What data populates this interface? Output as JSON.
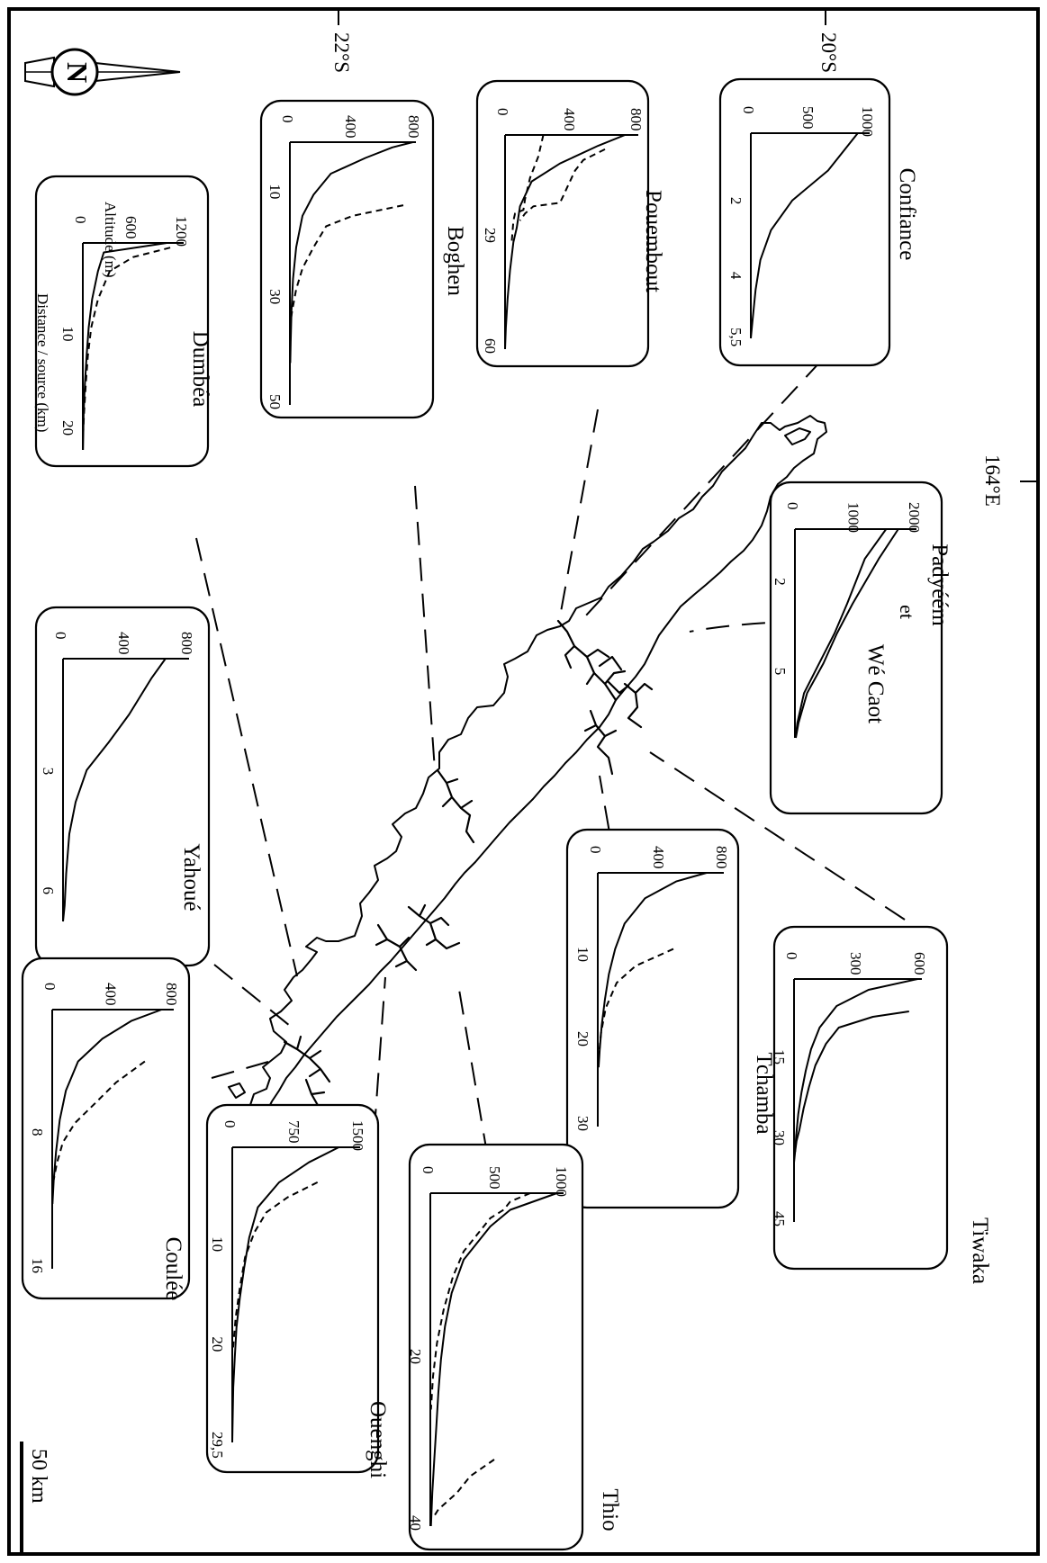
{
  "map": {
    "scale_label": "50 km",
    "graticule": {
      "lat_a": "22°S",
      "lat_b": "20°S",
      "lon": "164°E"
    },
    "compass_letter": "N"
  },
  "panels": [
    {
      "id": "dumbea",
      "name": "Dumbéa",
      "ylabel": "Altitude (m)",
      "xlabel": "Distance / source (km)",
      "y_ticks": [
        "0",
        "600",
        "1200"
      ],
      "x_ticks": [
        "10",
        "20"
      ],
      "series": [
        {
          "style": "solid",
          "points": [
            [
              0,
              1000
            ],
            [
              1,
              250
            ],
            [
              3,
              180
            ],
            [
              6,
              110
            ],
            [
              9,
              70
            ],
            [
              12,
              45
            ],
            [
              15,
              25
            ],
            [
              18,
              10
            ],
            [
              22,
              2
            ]
          ]
        },
        {
          "style": "dash",
          "points": [
            [
              0.5,
              1040
            ],
            [
              1.5,
              600
            ],
            [
              3,
              320
            ],
            [
              6,
              180
            ],
            [
              9,
              100
            ],
            [
              12,
              60
            ],
            [
              15,
              35
            ],
            [
              18,
              15
            ],
            [
              20,
              5
            ]
          ]
        }
      ]
    },
    {
      "id": "boghen",
      "name": "Boghen",
      "y_ticks": [
        "0",
        "400",
        "800"
      ],
      "x_ticks": [
        "10",
        "30",
        "50"
      ],
      "series": [
        {
          "style": "solid",
          "points": [
            [
              0,
              780
            ],
            [
              1,
              650
            ],
            [
              3,
              480
            ],
            [
              6,
              260
            ],
            [
              10,
              150
            ],
            [
              14,
              80
            ],
            [
              20,
              40
            ],
            [
              26,
              20
            ],
            [
              32,
              10
            ],
            [
              38,
              5
            ],
            [
              42,
              2
            ]
          ]
        },
        {
          "style": "dash",
          "points": [
            [
              12,
              720
            ],
            [
              14,
              400
            ],
            [
              16,
              230
            ],
            [
              20,
              150
            ],
            [
              24,
              80
            ],
            [
              28,
              40
            ],
            [
              32,
              15
            ],
            [
              34,
              5
            ]
          ]
        }
      ]
    },
    {
      "id": "pouembout",
      "name": "Pouembout",
      "y_ticks": [
        "0",
        "400",
        "800"
      ],
      "x_ticks": [
        "29",
        "60"
      ],
      "series": [
        {
          "style": "solid",
          "points": [
            [
              0,
              720
            ],
            [
              3,
              560
            ],
            [
              8,
              330
            ],
            [
              13,
              160
            ],
            [
              20,
              90
            ],
            [
              26,
              70
            ],
            [
              30,
              50
            ],
            [
              38,
              30
            ],
            [
              46,
              15
            ],
            [
              54,
              5
            ],
            [
              60,
              0
            ]
          ]
        },
        {
          "style": "dash",
          "points": [
            [
              0,
              230
            ],
            [
              6,
              200
            ],
            [
              12,
              150
            ],
            [
              18,
              120
            ],
            [
              21,
              110
            ],
            [
              22,
              60
            ],
            [
              24,
              50
            ],
            [
              30,
              40
            ]
          ]
        },
        {
          "style": "dash",
          "points": [
            [
              4,
              600
            ],
            [
              7,
              470
            ],
            [
              10,
              420
            ],
            [
              14,
              380
            ],
            [
              17,
              350
            ],
            [
              19,
              330
            ],
            [
              20,
              170
            ],
            [
              22,
              120
            ],
            [
              24,
              90
            ]
          ]
        }
      ]
    },
    {
      "id": "confiance",
      "name": "Confiance",
      "y_ticks": [
        "0",
        "500",
        "1000"
      ],
      "x_ticks": [
        "2",
        "4",
        "5,5"
      ],
      "series": [
        {
          "style": "solid",
          "points": [
            [
              0,
              900
            ],
            [
              1,
              650
            ],
            [
              1.8,
              350
            ],
            [
              2.6,
              170
            ],
            [
              3.4,
              80
            ],
            [
              4.2,
              40
            ],
            [
              5,
              15
            ],
            [
              5.5,
              0
            ]
          ]
        }
      ]
    },
    {
      "id": "padyeem",
      "name": "Padyéém",
      "name_connector": "et",
      "name_second": "Wé Caot",
      "y_ticks": [
        "0",
        "1000",
        "2000"
      ],
      "x_ticks": [
        "2",
        "5"
      ],
      "series": [
        {
          "style": "solid",
          "points": [
            [
              0,
              1500
            ],
            [
              1,
              1150
            ],
            [
              2.5,
              860
            ],
            [
              3.5,
              650
            ],
            [
              4.5,
              400
            ],
            [
              5.5,
              150
            ],
            [
              6.5,
              40
            ],
            [
              7,
              10
            ]
          ]
        },
        {
          "style": "solid",
          "points": [
            [
              0,
              1700
            ],
            [
              1,
              1380
            ],
            [
              2.5,
              950
            ],
            [
              3.5,
              690
            ],
            [
              4.5,
              470
            ],
            [
              5.5,
              200
            ],
            [
              6.5,
              60
            ],
            [
              7,
              15
            ]
          ]
        }
      ]
    },
    {
      "id": "yahoue",
      "name": "Yahoué",
      "y_ticks": [
        "0",
        "400",
        "800"
      ],
      "x_ticks": [
        "3",
        "6"
      ],
      "series": [
        {
          "style": "solid",
          "points": [
            [
              0,
              650
            ],
            [
              0.5,
              560
            ],
            [
              1.4,
              420
            ],
            [
              2.1,
              290
            ],
            [
              2.8,
              150
            ],
            [
              3.6,
              80
            ],
            [
              4.4,
              40
            ],
            [
              5.4,
              20
            ],
            [
              6.2,
              10
            ],
            [
              6.6,
              0
            ]
          ]
        }
      ]
    },
    {
      "id": "tchamba",
      "name": "Tchamba",
      "y_ticks": [
        "0",
        "400",
        "800"
      ],
      "x_ticks": [
        "10",
        "20",
        "30"
      ],
      "series": [
        {
          "style": "solid",
          "points": [
            [
              0,
              690
            ],
            [
              1,
              500
            ],
            [
              3,
              300
            ],
            [
              6,
              170
            ],
            [
              9,
              110
            ],
            [
              12,
              70
            ],
            [
              15,
              45
            ],
            [
              18,
              25
            ],
            [
              21,
              12
            ],
            [
              23,
              5
            ]
          ]
        },
        {
          "style": "dash",
          "points": [
            [
              9,
              480
            ],
            [
              11,
              240
            ],
            [
              13,
              120
            ],
            [
              16,
              50
            ],
            [
              19,
              20
            ],
            [
              21,
              10
            ]
          ]
        }
      ]
    },
    {
      "id": "tiwaka",
      "name": "Tiwaka",
      "y_ticks": [
        "0",
        "300",
        "600"
      ],
      "x_ticks": [
        "15",
        "30",
        "45"
      ],
      "series": [
        {
          "style": "solid",
          "points": [
            [
              0,
              580
            ],
            [
              2,
              350
            ],
            [
              5,
              200
            ],
            [
              9,
              120
            ],
            [
              13,
              80
            ],
            [
              17,
              55
            ],
            [
              21,
              35
            ],
            [
              25,
              20
            ],
            [
              29,
              10
            ],
            [
              32,
              5
            ],
            [
              34,
              0
            ]
          ]
        },
        {
          "style": "solid",
          "points": [
            [
              6,
              540
            ],
            [
              7,
              370
            ],
            [
              9,
              210
            ],
            [
              12,
              150
            ],
            [
              16,
              100
            ],
            [
              20,
              70
            ],
            [
              24,
              45
            ],
            [
              28,
              25
            ],
            [
              30,
              12
            ],
            [
              32,
              5
            ]
          ]
        }
      ]
    },
    {
      "id": "coulee",
      "name": "Coulée",
      "y_ticks": [
        "0",
        "400",
        "800"
      ],
      "x_ticks": [
        "8",
        "16"
      ],
      "series": [
        {
          "style": "solid",
          "points": [
            [
              0,
              720
            ],
            [
              0.7,
              520
            ],
            [
              1.8,
              330
            ],
            [
              3.2,
              170
            ],
            [
              5,
              90
            ],
            [
              6.8,
              50
            ],
            [
              8.8,
              25
            ],
            [
              10.5,
              10
            ],
            [
              12,
              2
            ]
          ]
        },
        {
          "style": "dash",
          "points": [
            [
              3.2,
              610
            ],
            [
              4.5,
              420
            ],
            [
              5.8,
              280
            ],
            [
              7,
              150
            ],
            [
              8.2,
              70
            ],
            [
              9.5,
              30
            ],
            [
              10.5,
              10
            ]
          ]
        }
      ]
    },
    {
      "id": "ouenghi",
      "name": "Ouenghi",
      "y_ticks": [
        "0",
        "750",
        "1500"
      ],
      "x_ticks": [
        "10",
        "20",
        "29,5"
      ],
      "series": [
        {
          "style": "solid",
          "points": [
            [
              0,
              1250
            ],
            [
              1.5,
              900
            ],
            [
              3.5,
              550
            ],
            [
              6,
              300
            ],
            [
              9,
              200
            ],
            [
              12,
              140
            ],
            [
              15,
              90
            ],
            [
              18,
              50
            ],
            [
              21,
              30
            ],
            [
              24,
              12
            ],
            [
              27,
              5
            ],
            [
              29.5,
              0
            ]
          ]
        },
        {
          "style": "dash",
          "points": [
            [
              3.5,
              1000
            ],
            [
              5,
              650
            ],
            [
              6.5,
              400
            ],
            [
              8.5,
              260
            ],
            [
              11,
              150
            ],
            [
              14,
              90
            ],
            [
              17,
              40
            ],
            [
              20,
              10
            ]
          ]
        }
      ]
    },
    {
      "id": "thio",
      "name": "Thio",
      "y_ticks": [
        "0",
        "500",
        "1000"
      ],
      "x_ticks": [
        "20",
        "40"
      ],
      "series": [
        {
          "style": "solid",
          "points": [
            [
              0,
              950
            ],
            [
              2,
              600
            ],
            [
              4,
              450
            ],
            [
              8,
              250
            ],
            [
              12,
              160
            ],
            [
              16,
              110
            ],
            [
              20,
              80
            ],
            [
              24,
              60
            ],
            [
              28,
              45
            ],
            [
              32,
              30
            ],
            [
              36,
              15
            ],
            [
              40,
              5
            ]
          ]
        },
        {
          "style": "dash",
          "points": [
            [
              0,
              750
            ],
            [
              1,
              600
            ],
            [
              2,
              550
            ],
            [
              3,
              450
            ],
            [
              5,
              350
            ],
            [
              7,
              250
            ],
            [
              10,
              170
            ],
            [
              14,
              100
            ],
            [
              18,
              50
            ],
            [
              22,
              20
            ],
            [
              26,
              5
            ]
          ]
        },
        {
          "style": "dash",
          "points": [
            [
              32,
              480
            ],
            [
              34,
              300
            ],
            [
              36,
              200
            ],
            [
              38,
              60
            ],
            [
              39,
              20
            ]
          ]
        }
      ]
    }
  ]
}
